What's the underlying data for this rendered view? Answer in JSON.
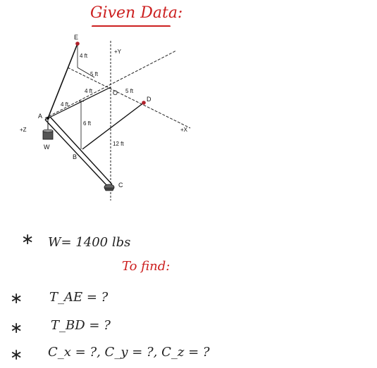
{
  "header": {
    "title": "Given Data:"
  },
  "diagram": {
    "axes": {
      "y": "+Y",
      "x": "+X",
      "z": "+Z"
    },
    "points": {
      "E": "E",
      "A": "A",
      "W": "W",
      "B": "B",
      "C": "C",
      "D": "D",
      "O": "O"
    },
    "dimensions": {
      "e_down": "4 ft",
      "top_5": "5 ft",
      "mid_4": "4 ft",
      "left_4": "4 ft",
      "right_5": "5 ft",
      "h6": "6 ft",
      "h12": "12 ft"
    },
    "colors": {
      "point_red": "#b0202a",
      "hand_red": "#cc1f1f"
    }
  },
  "given": {
    "bullet": "∗",
    "weight": "W= 1400 lbs"
  },
  "to_find": {
    "heading": "To find:",
    "items": [
      {
        "bullet": "∗",
        "text": "T_AE = ?"
      },
      {
        "bullet": "∗",
        "text": "T_BD = ?"
      },
      {
        "bullet": "∗",
        "text": "C_x = ?, C_y = ?, C_z = ?"
      }
    ]
  }
}
